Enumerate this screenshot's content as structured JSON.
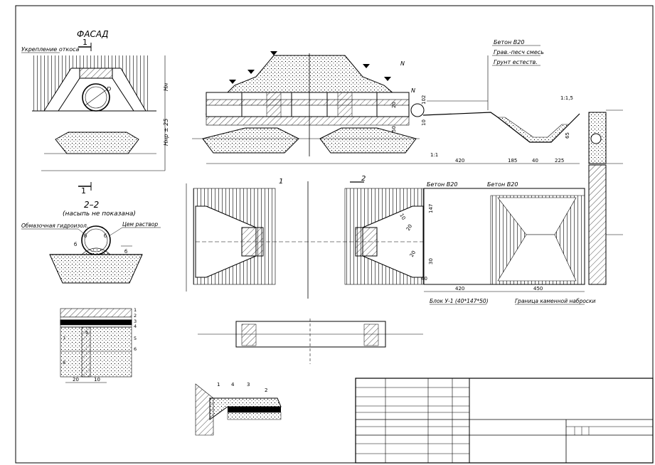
{
  "drawing": {
    "facade": {
      "title": "ФАСАД",
      "slope_label": "Укрепление откоса",
      "section_mark_1": "1",
      "diameter_label": "D",
      "hn_label": "Нн",
      "hnp_label": "Ннр ± 25"
    },
    "section_2_2": {
      "title": "2–2",
      "subtitle": "(насыпь не показана)",
      "waterproof_label": "Обмазочная гидроизол.",
      "mortar_label": "Цем раствор",
      "dim_a": "б",
      "dim_b": "б",
      "dim_c": "б",
      "dim_e": "б"
    },
    "long_section": {
      "beton_label": "Бетон В20",
      "gravel_label": "Грав.-песч смесь",
      "ground_label": "Грунт естеств.",
      "n_label_1": "N",
      "n_label_2": "N",
      "dim_420": "420",
      "dim_185": "185",
      "dim_40": "40",
      "dim_225": "225",
      "slope_1": "1:1",
      "slope_2": "1:1,5",
      "dim_65": "65",
      "dim_102": "102",
      "dim_20": "20",
      "dim_50": "50",
      "dim_10": "10"
    },
    "plan": {
      "mark_1": "1",
      "mark_2": "2",
      "beton_label_1": "Бетон В20",
      "beton_label_2": "Бетон В20",
      "block_label": "Блок У-1 (40*147*50)",
      "stone_label": "Граница каменной наброски",
      "dim_420": "420",
      "dim_450": "450",
      "dim_147": "147",
      "dim_30": "30",
      "dim_40": "40",
      "dim_20a": "20",
      "dim_20b": "20",
      "dim_10": "10"
    },
    "detail_a": {
      "dim_20": "20",
      "dim_10": "10",
      "num_1": "1",
      "num_2": "2",
      "num_3": "3",
      "num_4": "4",
      "num_5": "5",
      "num_6": "6",
      "num_7": "7",
      "num_8": "8",
      "num_9": "9"
    },
    "detail_b": {
      "num_1": "1",
      "num_2": "2",
      "num_3": "3",
      "num_4": "4"
    }
  }
}
